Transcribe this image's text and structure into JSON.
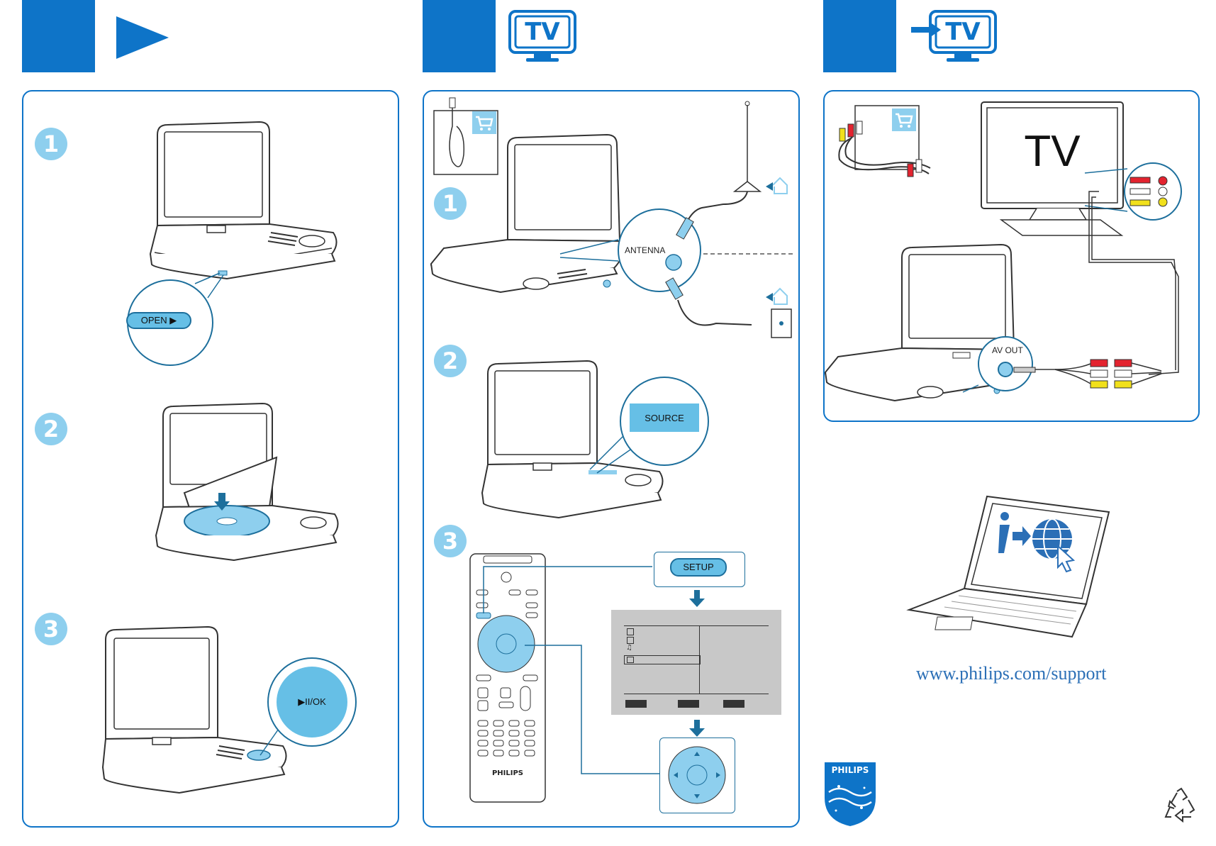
{
  "header": {
    "icon_tv_label": "TV",
    "icon_tv_out_label": "TV"
  },
  "steps": [
    "1",
    "2",
    "3"
  ],
  "play_panel": {
    "open_button": "OPEN ▶",
    "play_ok_button": "▶II/OK"
  },
  "tv_panel": {
    "antenna_label": "ANTENNA",
    "source_button": "SOURCE",
    "setup_button": "SETUP",
    "remote_brand": "PHILIPS"
  },
  "tv_out_panel": {
    "tv_screen_text": "TV",
    "av_out_label": "AV OUT"
  },
  "support": {
    "url": "www.philips.com/support"
  },
  "brand": {
    "logo_text": "PHILIPS"
  },
  "colors": {
    "accent": "#0e74c8",
    "light_blue": "#8ecfee",
    "button_blue": "#66bfe6"
  },
  "icons": [
    "play-arrow-icon",
    "tv-icon",
    "tv-out-icon",
    "shopping-cart-icon",
    "home-icon",
    "globe-info-icon",
    "recycle-icon",
    "philips-shield-logo"
  ]
}
